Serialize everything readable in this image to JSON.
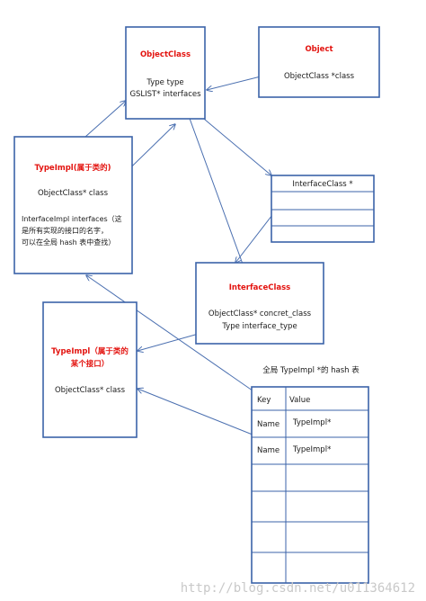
{
  "nodes": {
    "object_class": {
      "title": "ObjectClass",
      "lines": [
        "Type type",
        "GSLIST* interfaces"
      ]
    },
    "object": {
      "title": "Object",
      "lines": [
        "ObjectClass *class"
      ]
    },
    "typeimpl_class": {
      "title": "TypeImpl(属于类的)",
      "lines": [
        "ObjectClass* class",
        "InterfaceImpl interfaces（这",
        "是所有实现的接口的名字，",
        "可以在全局 hash 表中查找）"
      ]
    },
    "interface_class_ptr": {
      "title": "InterfaceClass *"
    },
    "interface_class": {
      "title": "InterfaceClass",
      "lines": [
        "ObjectClass* concret_class",
        "Type interface_type"
      ]
    },
    "typeimpl_interface": {
      "title_lines": [
        "TypeImpl（属于类的",
        "某个接口）"
      ],
      "lines": [
        "ObjectClass* class"
      ]
    },
    "hash_table": {
      "caption": "全局 TypeImpl *的 hash 表",
      "header": [
        "Key",
        "Value"
      ],
      "rows": [
        [
          "Name",
          "TypeImpl*"
        ],
        [
          "Name",
          "TypeImpl*"
        ]
      ]
    }
  },
  "watermark": "http://blog.csdn.net/u011364612"
}
